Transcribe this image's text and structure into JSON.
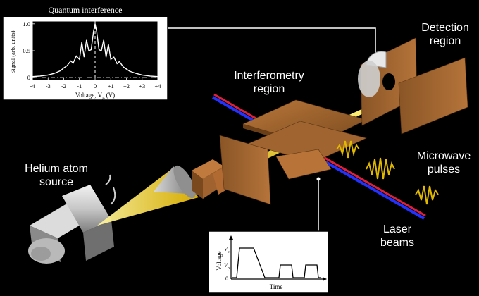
{
  "labels": {
    "detection": [
      "Detection",
      "region"
    ],
    "interferometry": [
      "Interferometry",
      "region"
    ],
    "microwave": [
      "Microwave",
      "pulses"
    ],
    "source": [
      "Helium atom",
      "source"
    ],
    "laser": [
      "Laser",
      "beams"
    ]
  },
  "chart_data": {
    "type": "line",
    "title": "Quantum interference",
    "xlabel": "Voltage, V",
    "xlabel_sub": "p",
    "xlabel_unit": "(V)",
    "ylabel": "Signal (arb. units)",
    "xlim": [
      -4,
      4
    ],
    "ylim": [
      -0.05,
      1.05
    ],
    "xticks": [
      "-4",
      "-3",
      "-2",
      "-1",
      "0",
      "+1",
      "+2",
      "+3",
      "+4"
    ],
    "yticks": [
      "0",
      "0.5",
      "1.0"
    ],
    "series": [
      {
        "x": [
          -4.0,
          -3.5,
          -3.0,
          -2.6,
          -2.2,
          -2.0,
          -1.8,
          -1.55,
          -1.4,
          -1.2,
          -1.0,
          -0.85,
          -0.7,
          -0.55,
          -0.4,
          -0.25,
          -0.1,
          0.0,
          0.1,
          0.25,
          0.4,
          0.55,
          0.7,
          0.85,
          1.0,
          1.2,
          1.4,
          1.55,
          1.8,
          2.0,
          2.2,
          2.6,
          3.0,
          3.5,
          4.0
        ],
        "y": [
          0.02,
          0.03,
          0.05,
          0.08,
          0.13,
          0.18,
          0.22,
          0.31,
          0.27,
          0.4,
          0.34,
          0.66,
          0.38,
          0.7,
          0.5,
          0.52,
          0.86,
          1.0,
          0.86,
          0.52,
          0.5,
          0.7,
          0.38,
          0.62,
          0.34,
          0.38,
          0.26,
          0.3,
          0.2,
          0.16,
          0.12,
          0.08,
          0.05,
          0.03,
          0.02
        ]
      }
    ]
  },
  "pulse_inset": {
    "ylabel": "Voltage",
    "xlabel": "Time",
    "level_high": "V",
    "level_high_sub": "c",
    "level_low": "V",
    "level_low_sub": "p",
    "zero": "0"
  }
}
